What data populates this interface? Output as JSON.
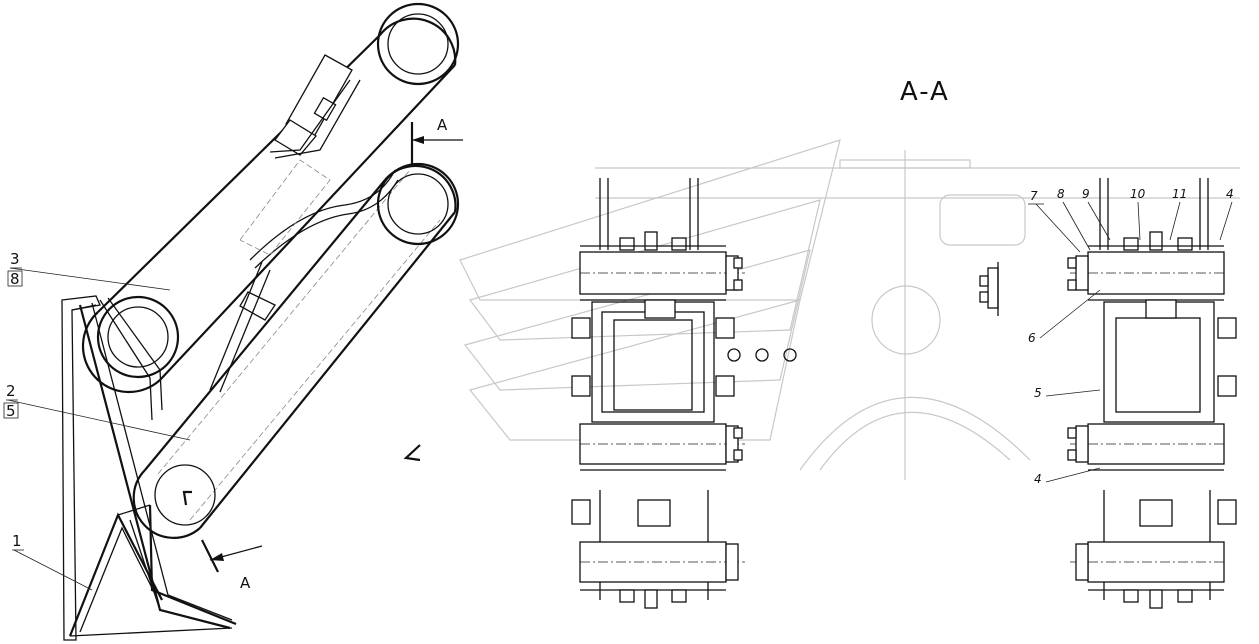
{
  "drawing": {
    "section_title": "A-A",
    "section_marks": [
      "A",
      "A"
    ],
    "left_leaders": [
      {
        "top": "3",
        "bottom": "8"
      },
      {
        "top": "2",
        "bottom": "5"
      },
      {
        "top": "1",
        "bottom": ""
      }
    ],
    "detail_numbers": [
      "7",
      "8",
      "9",
      "10",
      "11",
      "4",
      "6",
      "5",
      "4"
    ]
  }
}
